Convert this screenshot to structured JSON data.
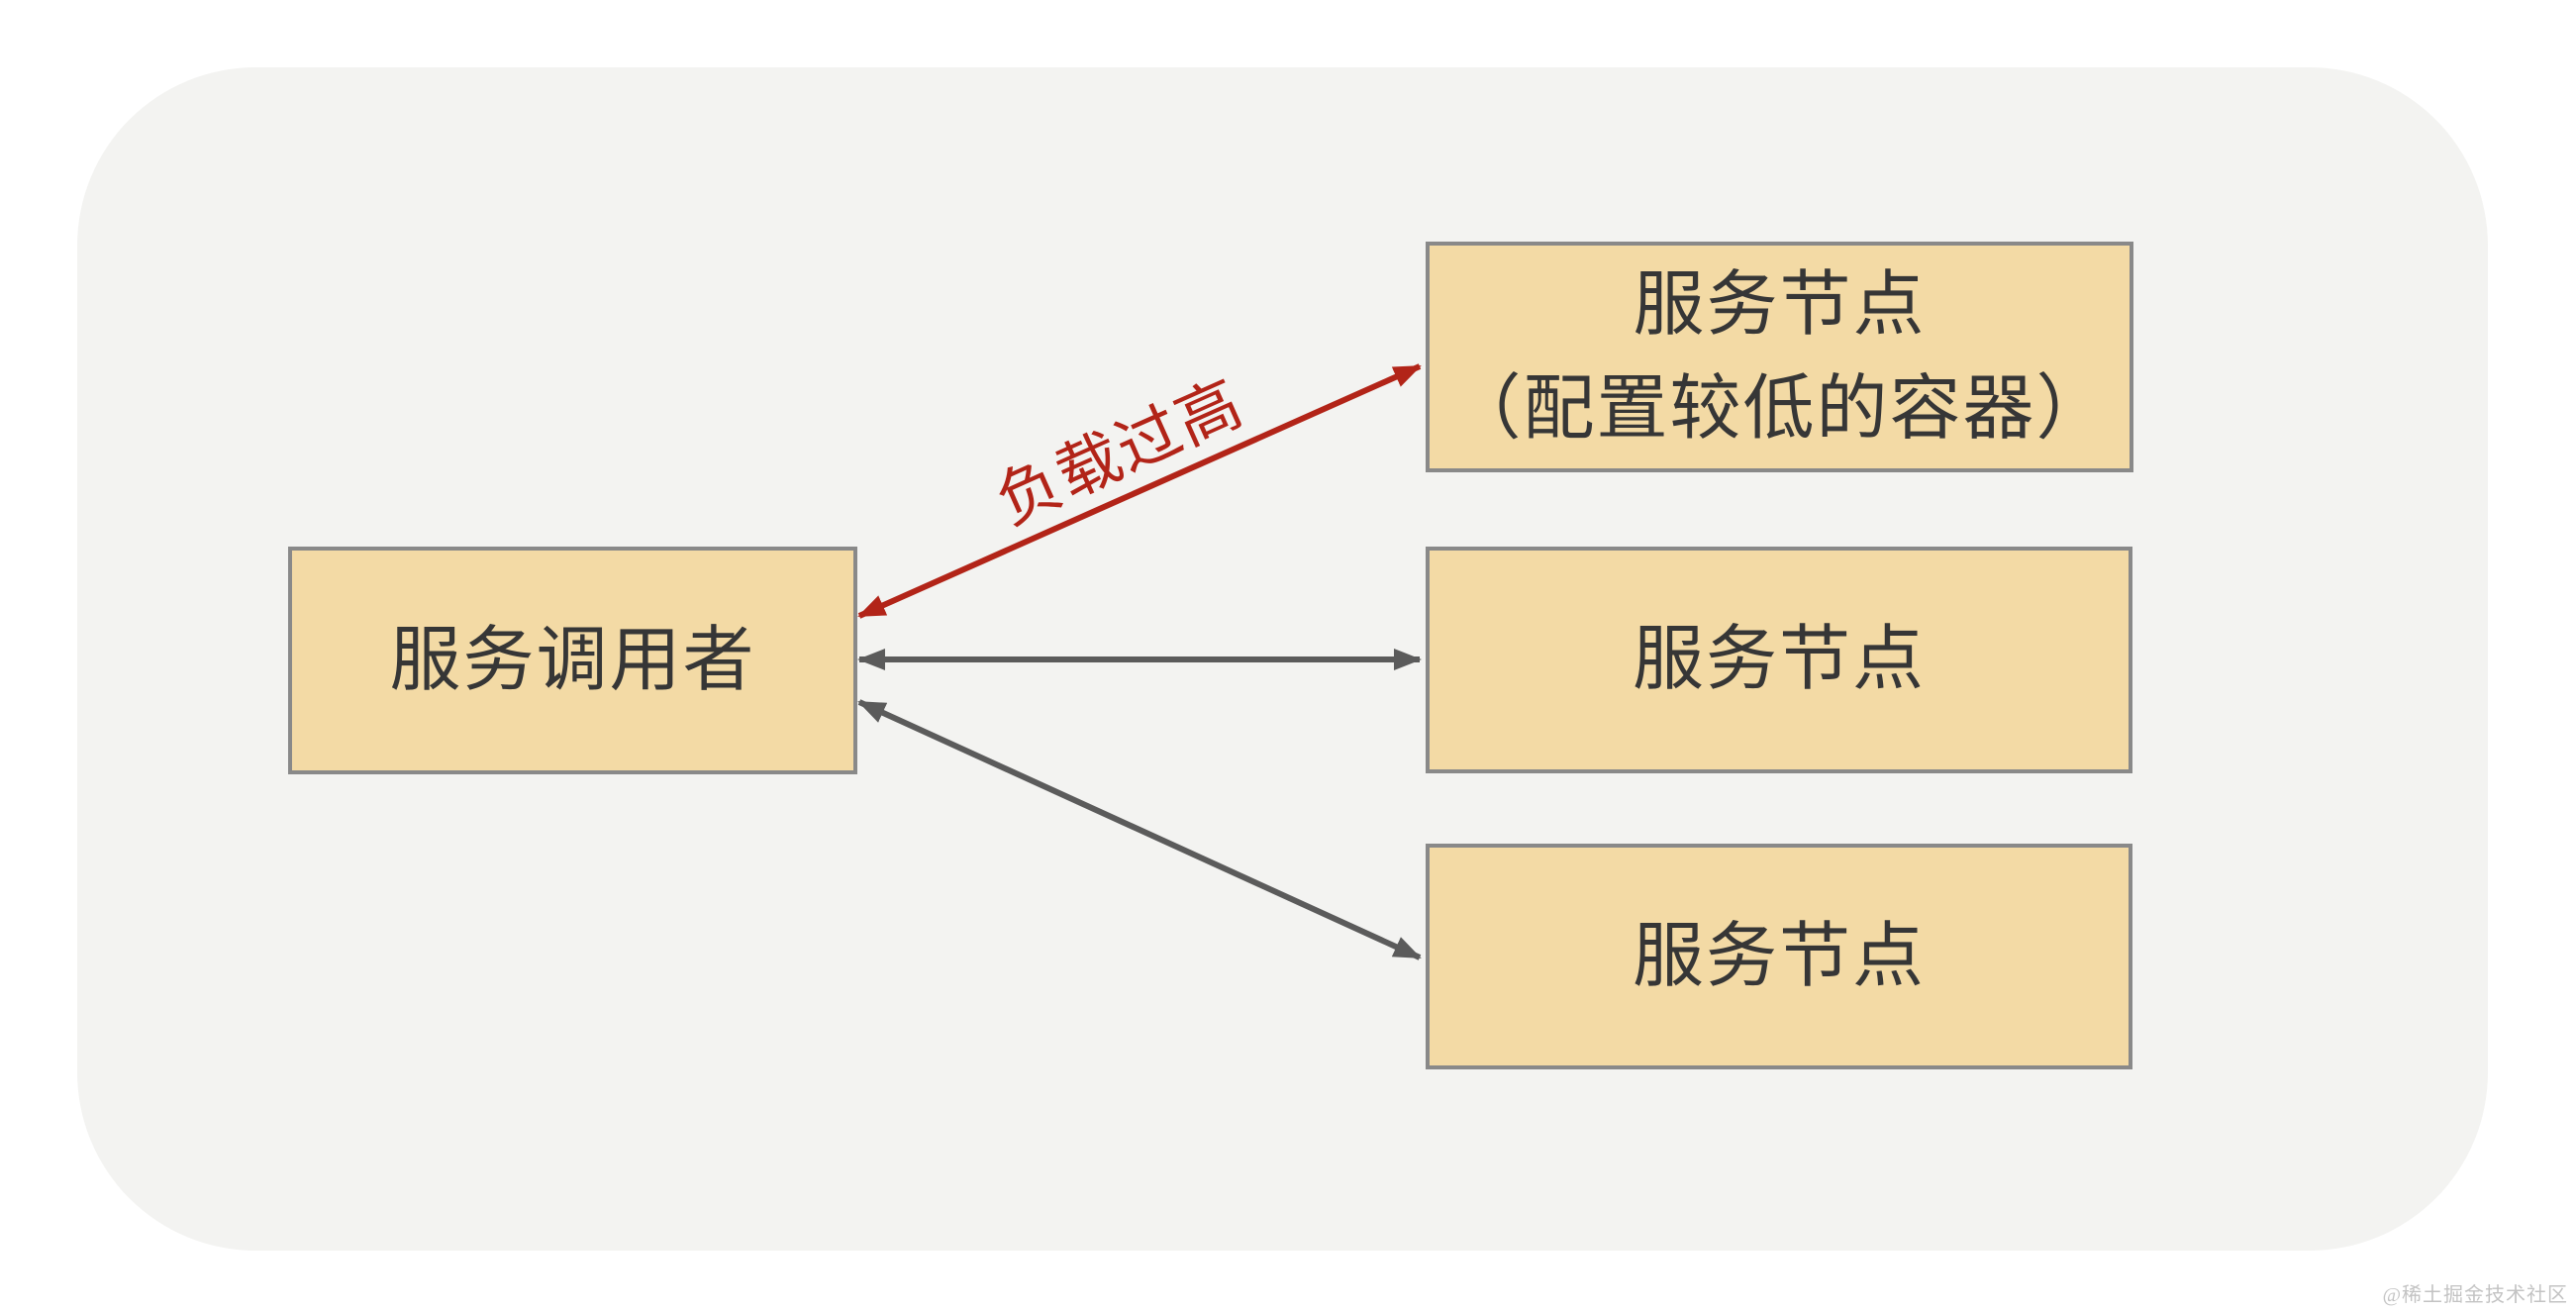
{
  "page": {
    "background_color": "#ffffff",
    "card_color": "#f3f3f1"
  },
  "diagram": {
    "caller_box": {
      "label": "服务调用者"
    },
    "node_boxes": [
      {
        "label_line1": "服务节点",
        "label_line2": "（配置较低的容器）"
      },
      {
        "label": "服务节点"
      },
      {
        "label": "服务节点"
      }
    ],
    "edges": [
      {
        "from": "caller-box",
        "to": "node-box-1",
        "label": "负载过高",
        "style": "double-arrow",
        "color": "#b22418"
      },
      {
        "from": "caller-box",
        "to": "node-box-2",
        "label": "",
        "style": "double-arrow",
        "color": "#5b5b5b"
      },
      {
        "from": "caller-box",
        "to": "node-box-3",
        "label": "",
        "style": "double-arrow",
        "color": "#5b5b5b"
      }
    ],
    "colors": {
      "box_fill": "#f3daa5",
      "box_border": "#898989",
      "box_text": "#363636",
      "arrow_gray": "#5b5b5b",
      "arrow_red": "#b22418",
      "watermark_text_color": "#c3c3c3"
    }
  },
  "watermark": {
    "text": "@稀土掘金技术社区"
  }
}
